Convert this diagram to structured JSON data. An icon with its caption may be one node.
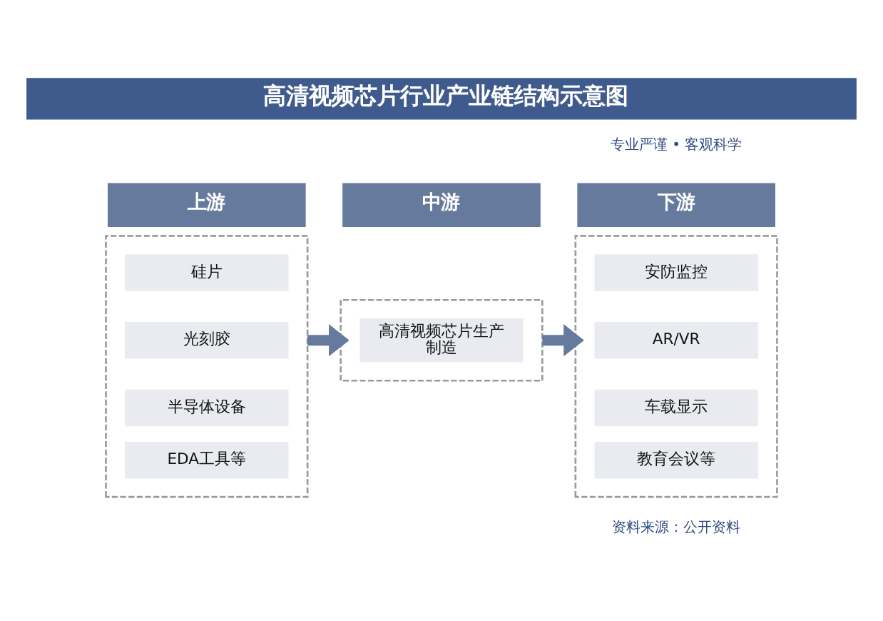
{
  "diagram": {
    "title": "高清视频芯片行业产业链结构示意图",
    "nodes": [
      {
        "text": [
          "上游"
        ]
      },
      {
        "text": [
          "中游"
        ]
      },
      {
        "text": [
          "下游"
        ]
      },
      {
        "text": [],
        "shape": "box"
      },
      {
        "text": [
          "硅片"
        ],
        "in": 3
      },
      {
        "text": [
          "光刻胶"
        ],
        "in": 3
      },
      {
        "text": [
          "半导体设备"
        ],
        "in": 3
      },
      {
        "text": [
          "EDA工具等"
        ],
        "in": 3
      },
      {
        "text": [],
        "shape": "box"
      },
      {
        "text": [
          "高清视频芯片生产制造"
        ],
        "in": 8
      },
      {
        "text": [],
        "shape": "box"
      },
      {
        "text": [
          "安防监控"
        ],
        "in": 10
      },
      {
        "text": [
          "AR/VR"
        ],
        "in": 10
      },
      {
        "text": [
          "车载显示"
        ],
        "in": 10
      },
      {
        "text": [
          "教育会议等"
        ],
        "in": 10
      }
    ],
    "edges": [
      {
        "from": 3,
        "to": 8,
        "arrow": "to"
      },
      {
        "from": 8,
        "to": 10,
        "arrow": "to"
      }
    ],
    "labels": [
      "专业严谨 • 客观科学",
      "资料来源：公开资料"
    ]
  }
}
